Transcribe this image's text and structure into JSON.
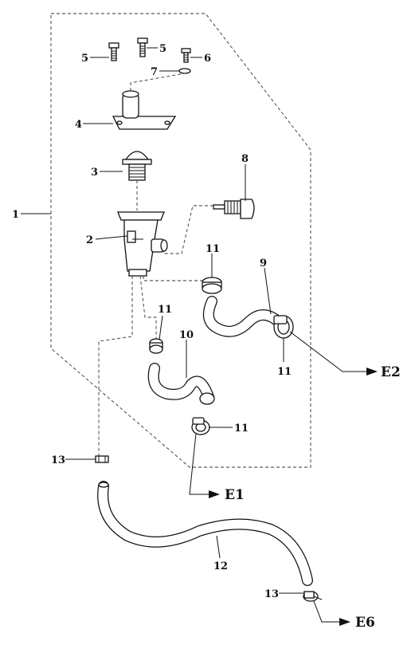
{
  "diagram": {
    "part_labels": {
      "p1": "1",
      "p2": "2",
      "p3": "3",
      "p4": "4",
      "p5a": "5",
      "p5b": "5",
      "p6": "6",
      "p7": "7",
      "p8": "8",
      "p9": "9",
      "p10": "10",
      "p11a": "11",
      "p11b": "11",
      "p11c": "11",
      "p11d": "11",
      "p12": "12",
      "p13a": "13",
      "p13b": "13"
    },
    "outlets": {
      "e1": "E1",
      "e2": "E2",
      "e6": "E6"
    },
    "colors": {
      "line": "#111111",
      "background": "#ffffff"
    }
  }
}
